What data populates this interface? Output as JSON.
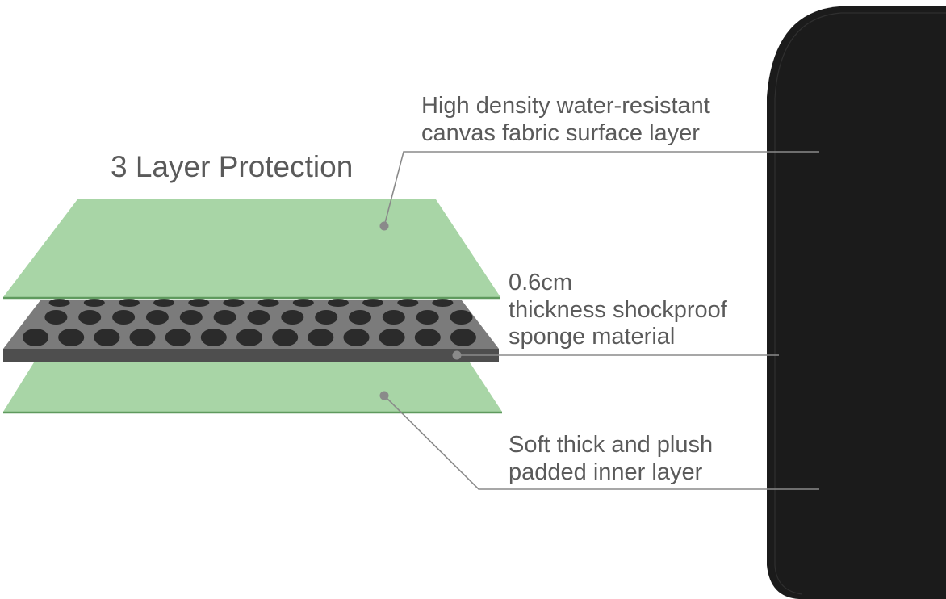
{
  "title": "3 Layer Protection",
  "colors": {
    "background": "#ffffff",
    "text": "#5a5a5a",
    "leader_line": "#8a8a8a",
    "fabric_layer": "#a8d5a6",
    "fabric_edge": "#5f9a5e",
    "sponge_top": "#7b7b7b",
    "sponge_side": "#4e4e4e",
    "sponge_holes": "#2b2b2b",
    "sleeve": "#1b1b1b"
  },
  "layers": [
    {
      "id": "surface",
      "lines": [
        "High density water-resistant",
        "canvas fabric surface layer"
      ]
    },
    {
      "id": "sponge",
      "lines": [
        "0.6cm",
        "thickness shockproof",
        "sponge material"
      ]
    },
    {
      "id": "inner",
      "lines": [
        "Soft thick and plush",
        "padded inner layer"
      ]
    }
  ]
}
